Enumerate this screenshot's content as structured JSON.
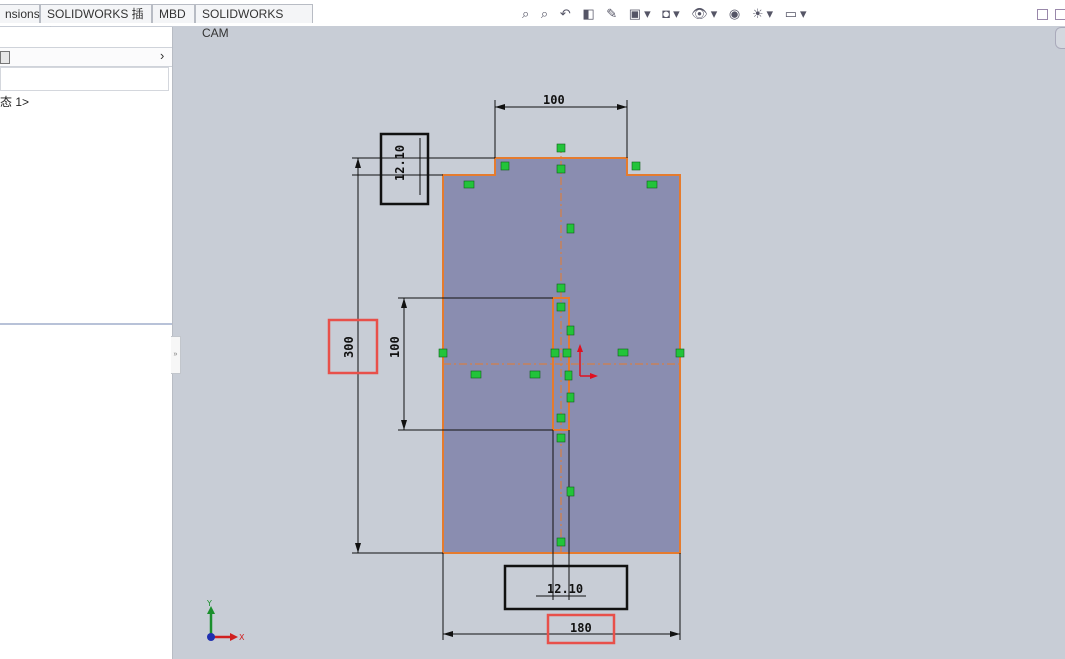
{
  "tabs": [
    {
      "label": "nsions"
    },
    {
      "label": "SOLIDWORKS 插件"
    },
    {
      "label": "MBD"
    },
    {
      "label": "SOLIDWORKS CAM"
    }
  ],
  "heads_up_toolbar": {
    "icons": [
      "zoom-to-fit-icon",
      "zoom-to-area-icon",
      "previous-view-icon",
      "section-view-icon",
      "dynamic-annotation-icon",
      "view-orientation-icon",
      "display-style-icon",
      "hide-show-items-icon",
      "edit-appearance-icon",
      "apply-scene-icon",
      "view-settings-icon"
    ]
  },
  "feature_panel": {
    "tree_item": "态 1>"
  },
  "sketch": {
    "dimensions": {
      "top_notch_width": "100",
      "left_small": "12.10",
      "left_height": "300",
      "slot_height": "100",
      "bottom_small": "12.10",
      "bottom_width": "180"
    },
    "highlight_color": "#e8504a",
    "fill_color": "#8a8db0",
    "edge_color": "#e57b2e",
    "relation_color": "#22c43a"
  },
  "triad": {
    "x_label": "X",
    "y_label": "Y"
  }
}
